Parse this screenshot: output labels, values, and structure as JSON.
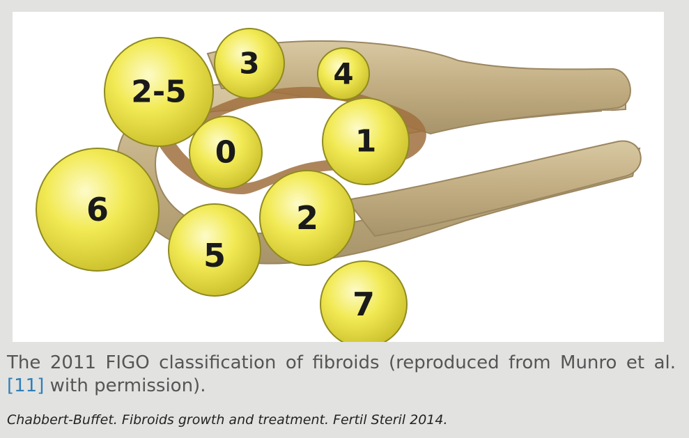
{
  "figure": {
    "fibroid_labels": {
      "type_2_5": "2-5",
      "type_3": "3",
      "type_4": "4",
      "type_0": "0",
      "type_1": "1",
      "type_6": "6",
      "type_2": "2",
      "type_5": "5",
      "type_7": "7"
    },
    "colors": {
      "wall": "#c2ad82",
      "wall_highlight": "#e2d4b2",
      "endometrium": "#a0703e",
      "fibroid": "#f2ea55",
      "fibroid_highlight": "#fdfbc8",
      "fibroid_edge": "#8f8a20"
    }
  },
  "caption": {
    "before_ref": "The 2011 FIGO classification of fibroids (reproduced from Munro et al. ",
    "ref": "[11]",
    "after_ref": " with permission)."
  },
  "source": "Chabbert-Buffet. Fibroids growth and treatment. Fertil Steril 2014."
}
